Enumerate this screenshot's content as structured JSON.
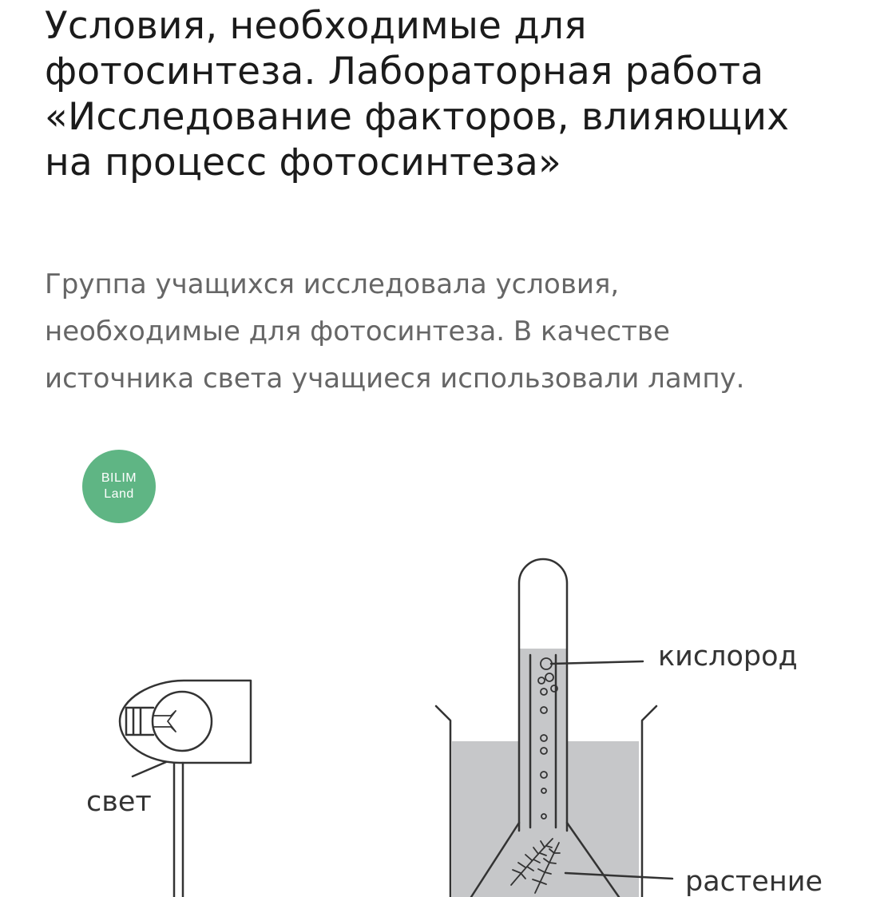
{
  "title": {
    "lines": [
      "Условия, необходимые для",
      "фотосинтеза. Лабораторная работа",
      "«Исследование факторов, влияющих",
      "на процесс фотосинтеза»"
    ]
  },
  "lead": {
    "lines": [
      "Группа учащихся исследовала условия,",
      "необходимые для фотосинтеза. В качестве",
      "источника света учащиеся использовали лампу."
    ]
  },
  "logo": {
    "line1": "BILIM",
    "line2": "Land",
    "color": "#5fb584"
  },
  "diagram": {
    "labels": {
      "oxygen": "кислород",
      "light": "свет",
      "plant": "растение"
    },
    "colors": {
      "water": "#c6c7c9",
      "stroke": "#333333"
    }
  }
}
